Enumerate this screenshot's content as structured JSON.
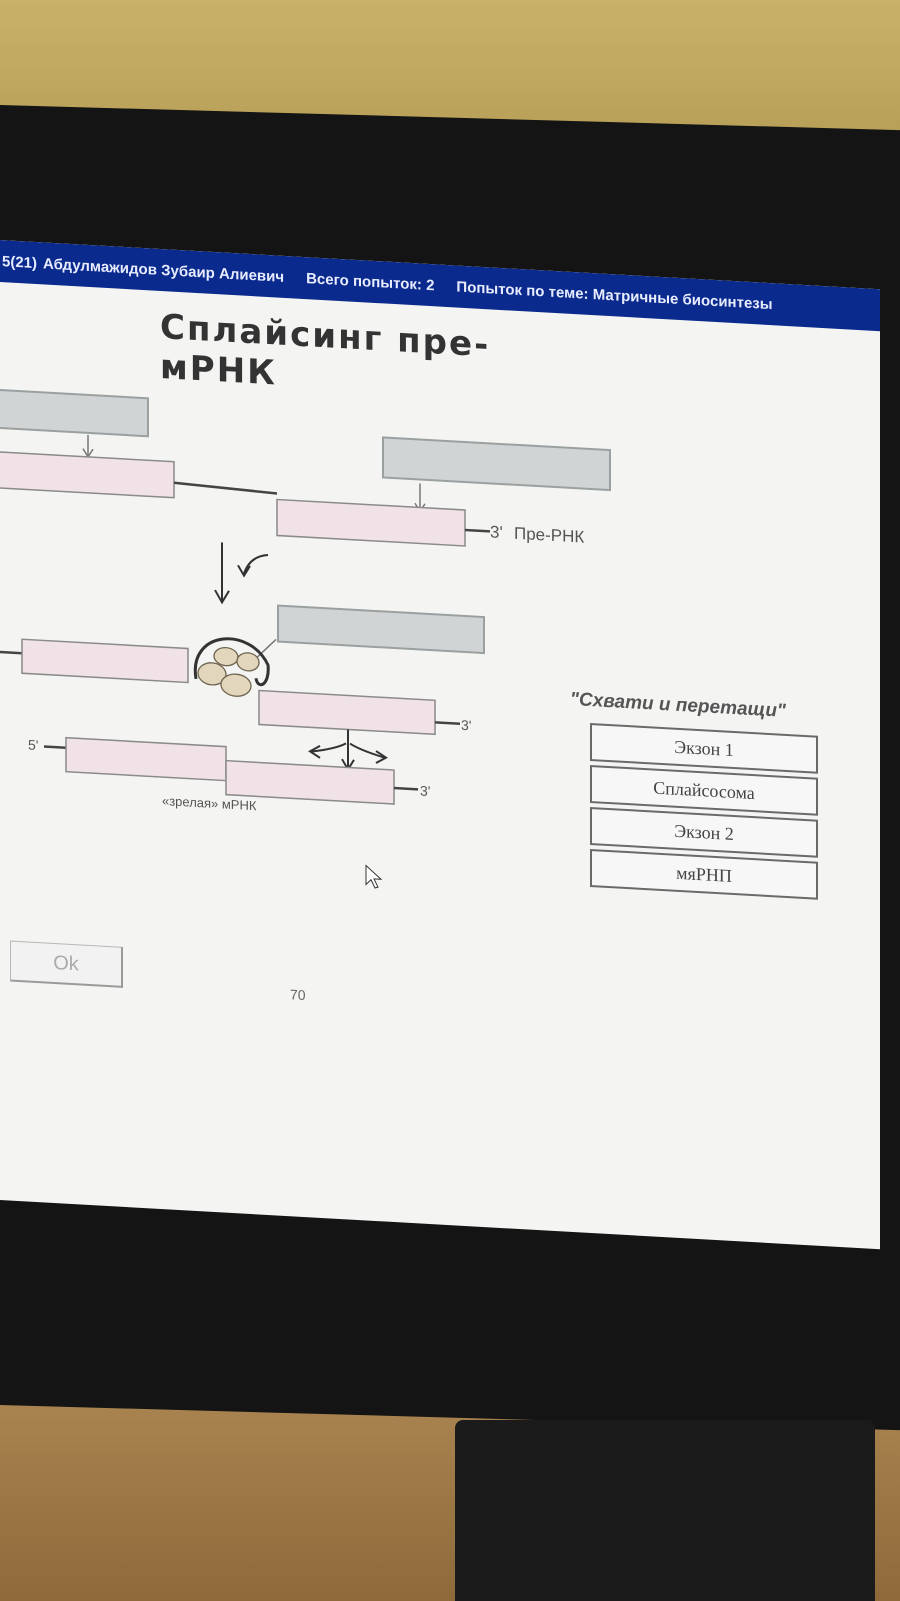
{
  "header": {
    "student_id": "5(21)",
    "student_name": "Абдулмажидов Зубаир Алиевич",
    "attempts_total": "Всего попыток: 2",
    "attempts_topic": "Попыток по теме: Матричные биосинтезы"
  },
  "title": "Сплайсинг пре-мРНК",
  "diagram": {
    "label_3_prime": "3'",
    "label_5_prime": "5'",
    "label_pre_rna": "Пре-РНК",
    "label_mature": "«зрелая» мРНК"
  },
  "drag_instruction": "\"Схвати и перетащи\"",
  "choices": [
    "Экзон 1",
    "Сплайсосома",
    "Экзон 2",
    "мяРНП"
  ],
  "ok_label": "Ok",
  "counter": "70",
  "colors": {
    "titlebar": "#0a2a8e",
    "exon": "#f0e2e6",
    "dropbox": "#d0d4d4"
  }
}
